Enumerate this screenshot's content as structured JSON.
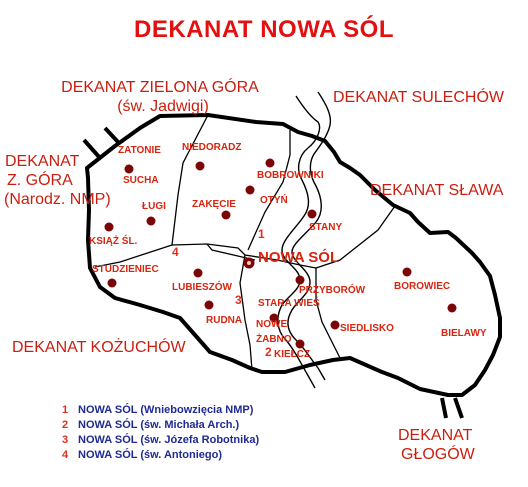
{
  "title": "DEKANAT NOWA SÓL",
  "neighbours": {
    "zielona_gora_1": "DEKANAT ZIELONA GÓRA",
    "zielona_gora_2": "(św. Jadwigi)",
    "sulechow": "DEKANAT SULECHÓW",
    "zgora_1": "DEKANAT",
    "zgora_2": "Z. GÓRA",
    "zgora_3": "(Narodz. NMP)",
    "slawa": "DEKANAT SŁAWA",
    "kozuchow": "DEKANAT KOŻUCHÓW",
    "glogow_1": "DEKANAT",
    "glogow_2": "GŁOGÓW"
  },
  "places": {
    "zatonie": "ZATONIE",
    "niedoradz": "NIEDORADZ",
    "sucha": "SUCHA",
    "bobrowniki": "BOBROWNIKI",
    "lugi": "ŁUGI",
    "otyn": "OTYŃ",
    "zakecie": "ZAKĘCIE",
    "stany": "STANY",
    "ksiaz": "KSIĄŻ ŚL.",
    "nowa_sol": "NOWA SÓL",
    "studzieniec": "STUDZIENIEC",
    "lubieszow": "LUBIESZÓW",
    "przyborow": "PRZYBORÓW",
    "borowiec": "BOROWIEC",
    "stara_wies": "STARA WIEŚ",
    "rudna": "RUDNA",
    "nowe_zabno_1": "NOWE",
    "nowe_zabno_2": "ŻABNO",
    "siedlisko": "SIEDLISKO",
    "bielawy": "BIELAWY",
    "kielcz": "KIEŁCZ"
  },
  "parish_numbers": {
    "n1": "1",
    "n2": "2",
    "n3": "3",
    "n4": "4"
  },
  "legend": [
    {
      "num": "1",
      "text": "NOWA SÓL (Wniebowzięcia NMP)"
    },
    {
      "num": "2",
      "text": "NOWA SÓL (św. Michała Arch.)"
    },
    {
      "num": "3",
      "text": "NOWA SÓL (św. Józefa Robotnika)"
    },
    {
      "num": "4",
      "text": "NOWA SÓL (św. Antoniego)"
    }
  ],
  "colors": {
    "title": "#e3100f",
    "labels": "#d8250f",
    "legend_text": "#1f2a94",
    "border": "#000000",
    "dot": "#7a0606"
  }
}
